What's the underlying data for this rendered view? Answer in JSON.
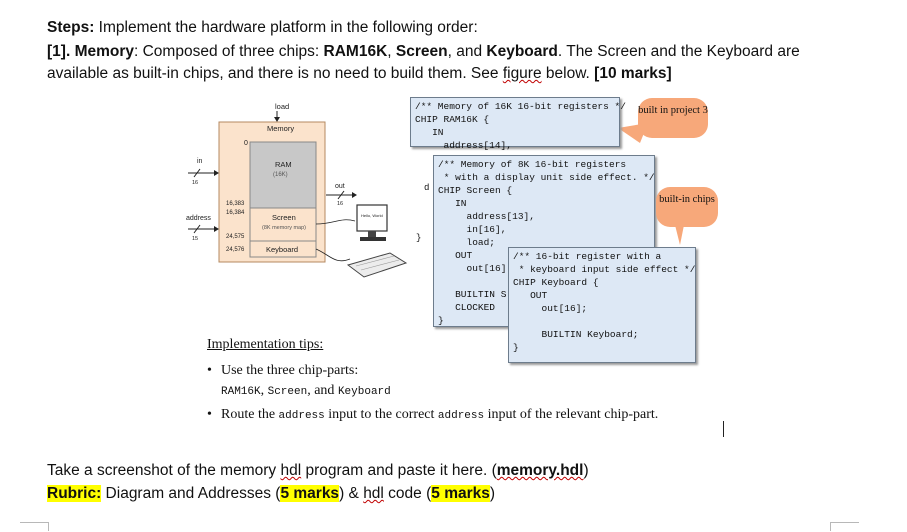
{
  "steps": {
    "label": "Steps:",
    "text": " Implement the hardware platform in the following order:"
  },
  "memory_item": {
    "num": "[1].",
    "name": "Memory",
    "text_a": ": Composed of three chips: ",
    "ram": "RAM16K",
    "sep1": ", ",
    "screen": "Screen",
    "sep2": ", and ",
    "keyboard": "Keyboard",
    "text_b": ". The Screen and the Keyboard are",
    "line2_a": "available as built-in chips, and there is no need to build them. See ",
    "figure_word": "figure",
    "line2_b": " below. ",
    "marks": "[10 marks]"
  },
  "diagram": {
    "load": "load",
    "memory": "Memory",
    "zero": "0",
    "in": "in",
    "in_width": "16",
    "ram": "RAM",
    "ram_size": "(16K)",
    "out": "out",
    "out_width": "16",
    "addr1": "16,383",
    "addr2": "16,384",
    "addr3": "24,575",
    "addr4": "24,576",
    "address": "address",
    "address_width": "15",
    "screen": "Screen",
    "screen_sub": "(8K memory map)",
    "keyboard": "Keyboard",
    "monitor_text": "Hello, World"
  },
  "code1": "/** Memory of 16K 16-bit registers */\nCHIP RAM16K {\n   IN\n     address[14],",
  "code2": "/** Memory of 8K 16-bit registers\n * with a display unit side effect. */\nCHIP Screen {\n   IN\n     address[13],\n     in[16],\n     load;\n   OUT\n     out[16];\n\n   BUILTIN S\n   CLOCKED \n}",
  "code3": "/** 16-bit register with a\n * keyboard input side effect */\nCHIP Keyboard {\n   OUT\n     out[16];\n\n     BUILTIN Keyboard;\n}",
  "code_frag_d": "d",
  "code_frag_brace": "}",
  "callout1": "built in project 3",
  "callout2": "built-in chips",
  "tips": {
    "title": "Implementation tips:",
    "bullet": "•",
    "t1": "Use the three chip-parts:",
    "t1b_ram": "RAM16K",
    "t1b_sep": ", ",
    "t1b_screen": "Screen",
    "t1b_and": ", and ",
    "t1b_kbd": "Keyboard",
    "t2_a": "Route the ",
    "t2_address1": "address",
    "t2_b": " input to the correct ",
    "t2_address2": "address",
    "t2_c": " input of the relevant chip-part."
  },
  "screenshot": {
    "a": "Take a screenshot of the memory ",
    "hdl": "hdl",
    "b": " program and paste it here. (",
    "file": "memory.hdl",
    "c": ")"
  },
  "rubric": {
    "label": "Rubric:",
    "a": " Diagram and Addresses (",
    "m1": "5 marks",
    "b": ") & ",
    "hdl": "hdl",
    "c": " code (",
    "m2": "5 marks",
    "d": ")"
  },
  "colors": {
    "memory_fill": "#fbe3cc",
    "ram_fill": "#c8c8c8",
    "callout_fill": "#f7a87a",
    "code_fill": "#dde8f5",
    "highlight": "#ffff00"
  }
}
